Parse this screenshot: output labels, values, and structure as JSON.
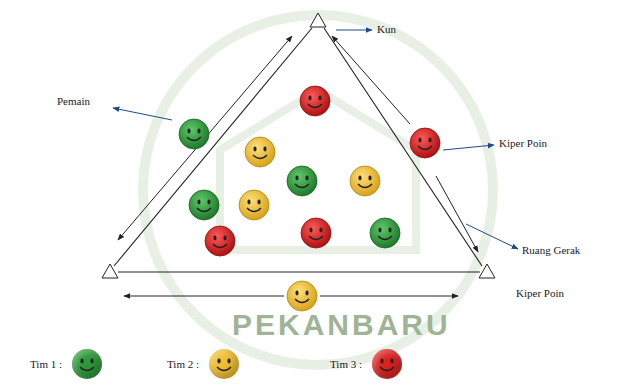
{
  "diagram": {
    "labels": [
      "Kun",
      "Pemain",
      "Kiper Poin",
      "Ruang Gerak",
      "Kiper Poin",
      "PEKANBARU"
    ],
    "legend": [
      {
        "text": "Tim 1 :",
        "color": "#2f9a3a"
      },
      {
        "text": "Tim 2 :",
        "color": "#f0c030"
      },
      {
        "text": "Tim 3 :",
        "color": "#dd2222"
      }
    ]
  }
}
